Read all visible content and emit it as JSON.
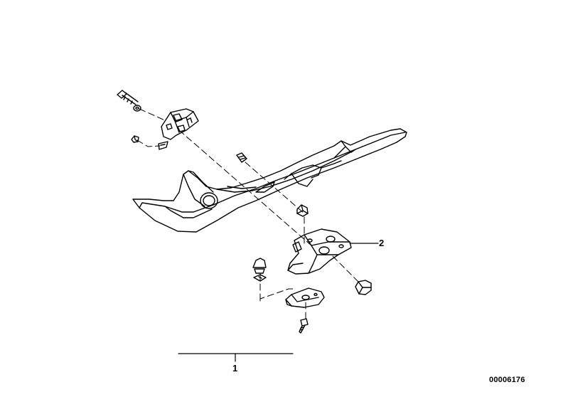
{
  "diagram": {
    "callouts": {
      "item_1": "1",
      "item_2": "2"
    },
    "diagram_id": "00006176"
  },
  "parts": {
    "bolt": "bolt-icon",
    "washer": "washer-icon",
    "bracket": "bracket-icon",
    "clip": "clip-icon",
    "rubber_grommet": "grommet-icon",
    "support_rail": "support-rail",
    "holder": "holder",
    "nut": "nut-icon",
    "push_pin": "push-pin-icon",
    "knob": "knob-icon",
    "plate": "plate-icon",
    "screw": "screw-icon"
  },
  "colors": {
    "ink": "#000000",
    "paper": "#ffffff"
  }
}
